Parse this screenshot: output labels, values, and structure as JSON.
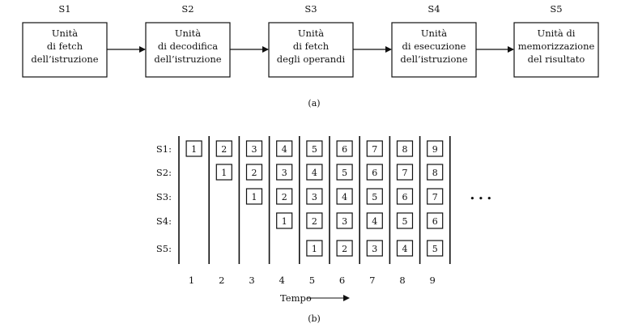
{
  "part_a": {
    "stages": [
      {
        "id": "S1",
        "lines": [
          "Unità",
          "di fetch",
          "dell’istruzione"
        ]
      },
      {
        "id": "S2",
        "lines": [
          "Unità",
          "di decodifica",
          "dell’istruzione"
        ]
      },
      {
        "id": "S3",
        "lines": [
          "Unità",
          "di fetch",
          "degli operandi"
        ]
      },
      {
        "id": "S4",
        "lines": [
          "Unità",
          "di esecuzione",
          "dell’istruzione"
        ]
      },
      {
        "id": "S5",
        "lines": [
          "Unità di",
          "memorizzazione",
          "del risultato"
        ]
      }
    ],
    "caption": "(a)"
  },
  "part_b": {
    "rows": [
      "S1:",
      "S2:",
      "S3:",
      "S4:",
      "S5:"
    ],
    "times": [
      "1",
      "2",
      "3",
      "4",
      "5",
      "6",
      "7",
      "8",
      "9"
    ],
    "ellipsis": "• • •",
    "axis_label": "Tempo",
    "caption": "(b)"
  }
}
